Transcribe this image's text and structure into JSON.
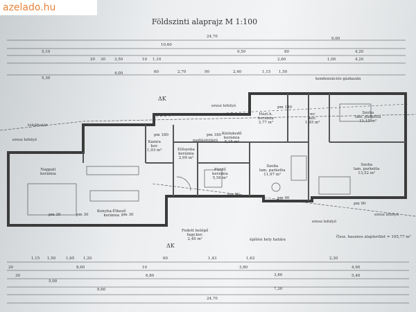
{
  "watermark": "azelado.hu",
  "title": "Földszinti alaprajz M 1:100",
  "rooms": [
    {
      "k": "nappali",
      "lines": [
        "Nappali",
        "kerámia"
      ]
    },
    {
      "k": "konyha",
      "lines": [
        "Konyha-Étkező",
        "kerámia"
      ]
    },
    {
      "k": "kamra",
      "lines": [
        "Kamra",
        "ker.",
        "1,93 m²"
      ]
    },
    {
      "k": "eloszoba",
      "lines": [
        "Előszoba",
        "kerámia",
        "2,99 m²"
      ]
    },
    {
      "k": "furdo",
      "lines": [
        "Fürdő",
        "kerámia",
        "5,56 m²"
      ]
    },
    {
      "k": "kozlekedo",
      "lines": [
        "Közlekedő",
        "kerámia",
        "8,25 m²"
      ]
    },
    {
      "k": "haztb",
      "lines": [
        "Házt.h.",
        "kerámia",
        "3,77 m²"
      ]
    },
    {
      "k": "wc",
      "lines": [
        "wc",
        "ker.",
        "1,45 m²"
      ]
    },
    {
      "k": "szoba1",
      "lines": [
        "Szoba",
        "lam. parketta",
        "11,15 m²"
      ]
    },
    {
      "k": "szoba2",
      "lines": [
        "Szoba",
        "lam. parketta",
        "11,97 m²"
      ]
    },
    {
      "k": "szoba3",
      "lines": [
        "Szoba",
        "lam. parketta",
        "13,52 m²"
      ]
    },
    {
      "k": "fedett",
      "lines": [
        "Fedett belépő",
        "fagy.ker.",
        "2,40 m²"
      ]
    }
  ],
  "notes": {
    "eresz1": "eresz lefolyó",
    "eresz2": "eresz lefolyó",
    "eresz3": "eresz lefolyó",
    "eresz4": "eresz lefolyó",
    "telekhatar": "telekhatár",
    "kondenz": "kondenzációs gázkazán",
    "padlas": "padlásfeljáró",
    "epitesi": "építési hely határa",
    "ossz": "Össz. hasznos alapterület = 105,77 m²",
    "dk1": "ΔK",
    "dk2": "ΔK",
    "p180a": "pm 180",
    "p180b": "pm 180",
    "p180c": "pm 180",
    "p30a": "pm 30",
    "p30b": "pm 30",
    "p30c": "pm 30",
    "p90a": "pm 90",
    "p90b": "pm 90",
    "p90c": "pm 90"
  },
  "dims": {
    "d2470top": "24,70",
    "d1060": "10,60",
    "d900": "9,00",
    "d510": "5,10",
    "d950": "9,50",
    "d420a": "4,20",
    "d420b": "4,20",
    "d350": "3,50",
    "d110": "1,10",
    "d260": "2,60",
    "d100": "1,00",
    "d530": "5,30",
    "d400": "4,00",
    "d270": "2,70",
    "d240": "2,40",
    "d115": "1,15",
    "d150": "1,50",
    "d165": "1,65",
    "d120": "1,20",
    "d143": "1,43",
    "d163": "1,63",
    "d230": "2,30",
    "d860": "8,60",
    "d380a": "3,80",
    "d380b": "3,80",
    "d490": "4,90",
    "d500": "5,00",
    "d680": "6,80",
    "d540": "5,40",
    "d960": "9,60",
    "d730": "7,30",
    "d2470bot": "24,70",
    "d20a": "20",
    "d30a": "30",
    "d20b": "20",
    "d30b": "30",
    "d10a": "10",
    "d10b": "10",
    "d60a": "60",
    "d60b": "60",
    "d90a": "90",
    "d80a": "80"
  }
}
